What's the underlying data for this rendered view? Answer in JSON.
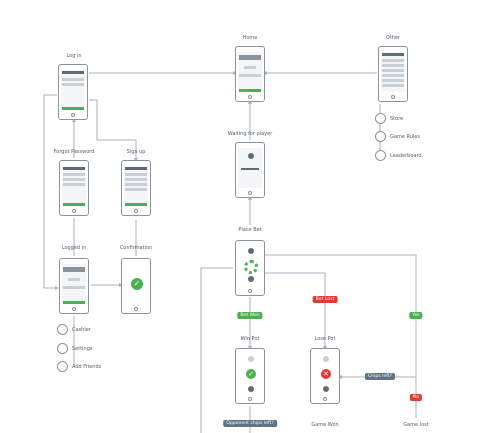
{
  "screens": {
    "login": "Log in",
    "home": "Home",
    "other": "Other",
    "forgot": "Forgot Password",
    "signup": "Sign up",
    "waiting": "Waiting for player",
    "logged": "Logged in",
    "confirmation": "Confirmation",
    "place_bet": "Place Bet",
    "win_pot": "Win Pot",
    "lose_pot": "Lose Pot",
    "game_won": "Game Won",
    "game_lost": "Game lost"
  },
  "other_menu": [
    "Store",
    "Game Rules",
    "Leaderboard"
  ],
  "logged_menu": [
    "Cashier",
    "Settings",
    "Add Friends"
  ],
  "decisions": {
    "bet_lost": "Bet Lost",
    "bet_won": "Bet Won",
    "yes": "Yes",
    "no": "No",
    "chips_left": "Chips left?",
    "opponent_chips": "Opponent chips left?"
  },
  "colors": {
    "line": "#aab2ba",
    "green": "#4caf50",
    "red": "#e53935",
    "slate": "#5f7384"
  }
}
